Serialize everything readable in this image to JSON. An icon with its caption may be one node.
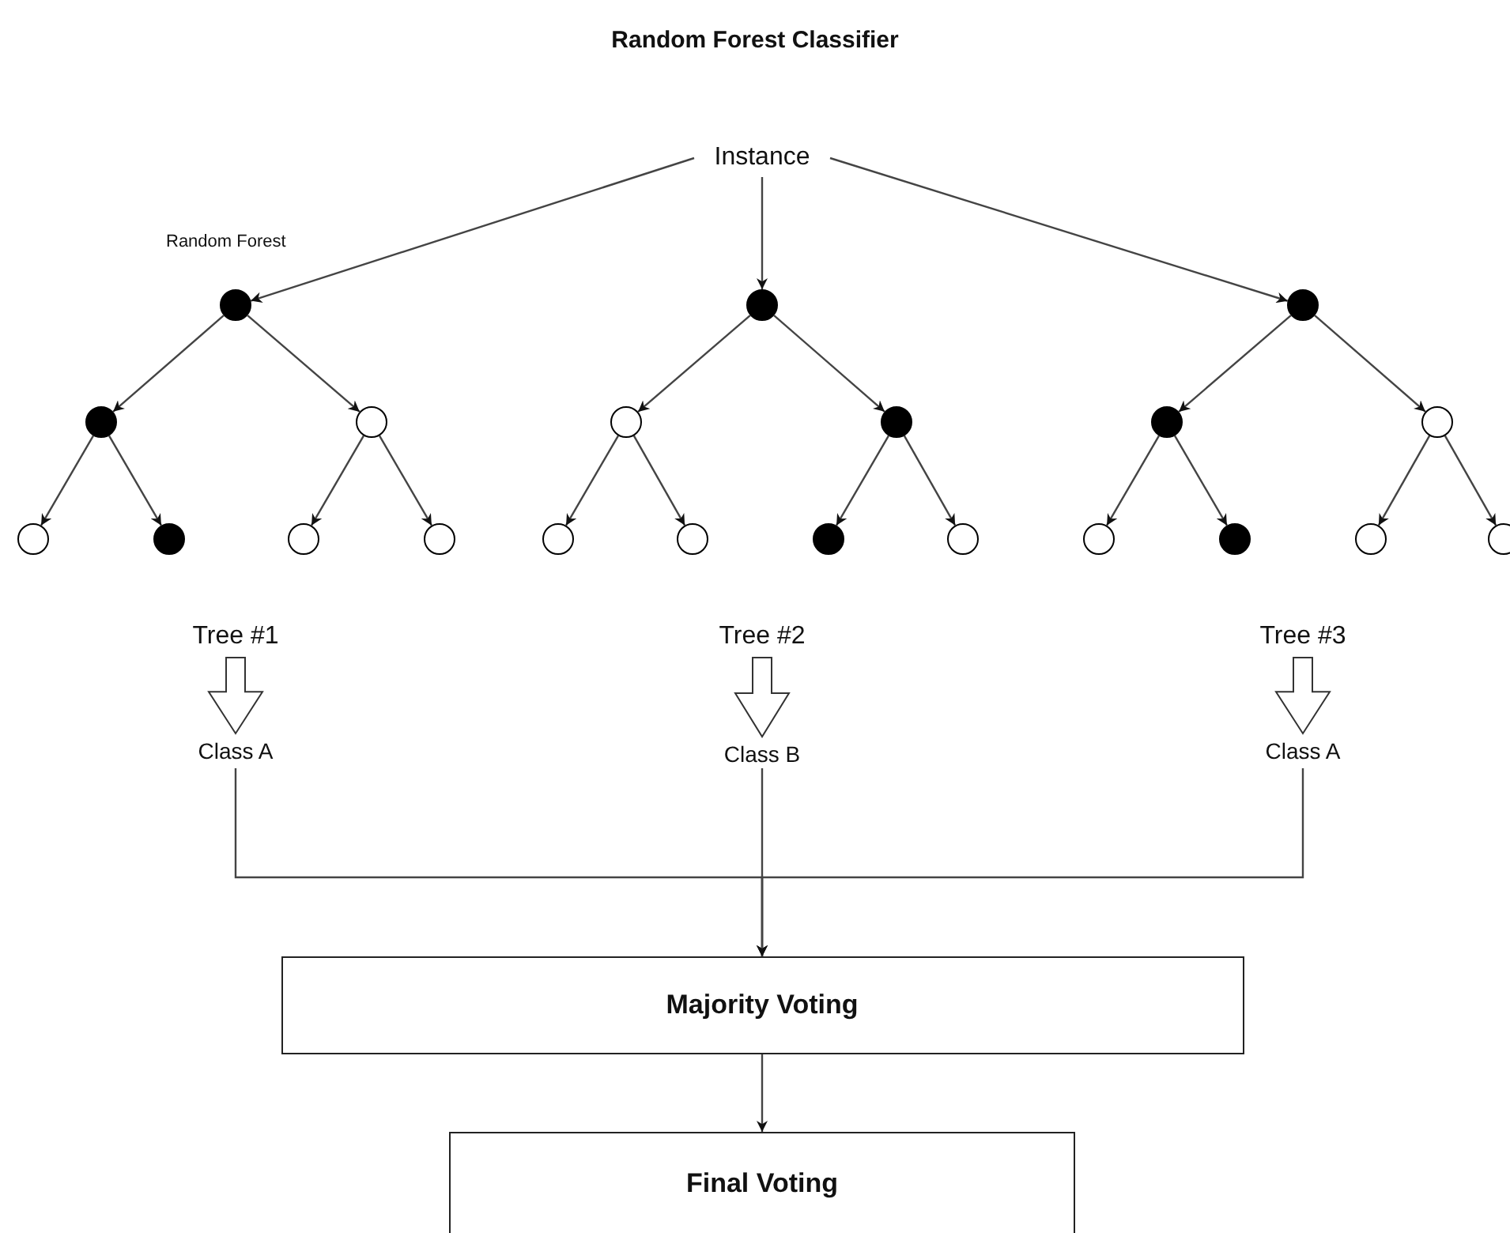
{
  "diagram": {
    "title": "Random Forest Classifier",
    "nodes": [
      {
        "text": [
          "Instance"
        ]
      },
      {
        "text": [],
        "shape": "dot"
      },
      {
        "text": [],
        "shape": "dot"
      },
      {
        "text": [],
        "shape": "circle"
      },
      {
        "text": [],
        "shape": "circle"
      },
      {
        "text": [],
        "shape": "dot"
      },
      {
        "text": [],
        "shape": "circle"
      },
      {
        "text": [],
        "shape": "circle"
      },
      {
        "text": [],
        "shape": "dot"
      },
      {
        "text": [],
        "shape": "circle"
      },
      {
        "text": [],
        "shape": "dot"
      },
      {
        "text": [],
        "shape": "circle"
      },
      {
        "text": [],
        "shape": "circle"
      },
      {
        "text": [],
        "shape": "dot"
      },
      {
        "text": [],
        "shape": "circle"
      },
      {
        "text": [],
        "shape": "dot"
      },
      {
        "text": [],
        "shape": "dot"
      },
      {
        "text": [],
        "shape": "circle"
      },
      {
        "text": [],
        "shape": "circle"
      },
      {
        "text": [],
        "shape": "dot"
      },
      {
        "text": [],
        "shape": "circle"
      },
      {
        "text": [],
        "shape": "circle"
      },
      {
        "text": [
          "Tree #1"
        ]
      },
      {
        "text": [
          "Class A"
        ]
      },
      {
        "text": [
          "Tree #2"
        ]
      },
      {
        "text": [
          "Class B"
        ]
      },
      {
        "text": [
          "Tree #3"
        ]
      },
      {
        "text": [
          "Class A"
        ]
      },
      {
        "text": [
          "Majority Voting"
        ]
      },
      {
        "text": [
          "Final Voting"
        ]
      }
    ],
    "edges": [
      {
        "from": 0,
        "to": 1,
        "arrow": "to"
      },
      {
        "from": 0,
        "to": 8,
        "arrow": "to"
      },
      {
        "from": 0,
        "to": 15,
        "arrow": "to"
      },
      {
        "from": 1,
        "to": 2,
        "arrow": "to"
      },
      {
        "from": 1,
        "to": 3,
        "arrow": "to"
      },
      {
        "from": 2,
        "to": 4,
        "arrow": "to"
      },
      {
        "from": 2,
        "to": 5,
        "arrow": "to"
      },
      {
        "from": 3,
        "to": 6,
        "arrow": "to"
      },
      {
        "from": 3,
        "to": 7,
        "arrow": "to"
      },
      {
        "from": 8,
        "to": 9,
        "arrow": "to"
      },
      {
        "from": 8,
        "to": 10,
        "arrow": "to"
      },
      {
        "from": 9,
        "to": 11,
        "arrow": "to"
      },
      {
        "from": 9,
        "to": 12,
        "arrow": "to"
      },
      {
        "from": 10,
        "to": 13,
        "arrow": "to"
      },
      {
        "from": 10,
        "to": 14,
        "arrow": "to"
      },
      {
        "from": 15,
        "to": 16,
        "arrow": "to"
      },
      {
        "from": 15,
        "to": 17,
        "arrow": "to"
      },
      {
        "from": 16,
        "to": 18,
        "arrow": "to"
      },
      {
        "from": 16,
        "to": 19,
        "arrow": "to"
      },
      {
        "from": 17,
        "to": 20,
        "arrow": "to"
      },
      {
        "from": 17,
        "to": 21,
        "arrow": "to"
      },
      {
        "from": 22,
        "to": 23,
        "arrow": "to",
        "style": "thick"
      },
      {
        "from": 24,
        "to": 25,
        "arrow": "to",
        "style": "thick"
      },
      {
        "from": 26,
        "to": 27,
        "arrow": "to",
        "style": "thick"
      },
      {
        "from": 23,
        "to": 28,
        "arrow": "to"
      },
      {
        "from": 25,
        "to": 28,
        "arrow": "to"
      },
      {
        "from": 27,
        "to": 28,
        "arrow": "to"
      },
      {
        "from": 28,
        "to": 29,
        "arrow": "to"
      }
    ],
    "labels": [
      "Random Forest"
    ]
  }
}
